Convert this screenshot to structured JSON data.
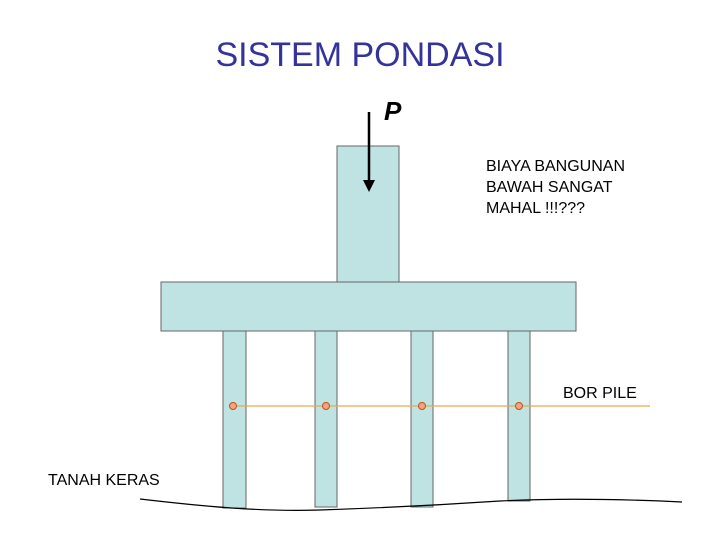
{
  "title": "SISTEM PONDASI",
  "load_label": "P",
  "cost_note_lines": [
    "BIAYA BANGUNAN",
    "BAWAH SANGAT",
    "MAHAL !!!???"
  ],
  "bor_pile_label": "BOR PILE",
  "soil_label": "TANAH KERAS",
  "colors": {
    "title": "#33339a",
    "concrete_fill": "#bfe3e3",
    "outline": "#666666",
    "pile_line": "#e8a850",
    "marker_fill": "#f2a57a",
    "marker_stroke": "#c05020"
  }
}
